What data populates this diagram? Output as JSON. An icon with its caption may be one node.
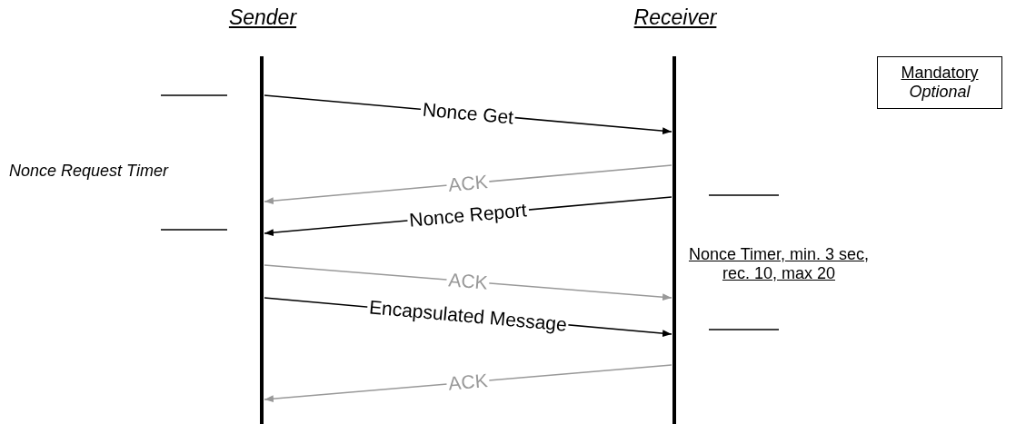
{
  "diagram": {
    "nodes": [
      {
        "text": [
          "Sender"
        ]
      },
      {
        "text": [
          "Receiver"
        ]
      },
      {
        "text": [
          "Mandatory",
          "Optional"
        ]
      }
    ],
    "edges": [
      {
        "from": 0,
        "to": 1,
        "arrow": "to",
        "label": "Nonce Get"
      },
      {
        "from": 1,
        "to": 0,
        "arrow": "to",
        "label": "ACK",
        "color": "#999999"
      },
      {
        "from": 1,
        "to": 0,
        "arrow": "to",
        "label": "Nonce Report"
      },
      {
        "from": 0,
        "to": 1,
        "arrow": "to",
        "label": "ACK",
        "color": "#999999"
      },
      {
        "from": 0,
        "to": 1,
        "arrow": "to",
        "label": "Encapsulated Message"
      },
      {
        "from": 1,
        "to": 0,
        "arrow": "to",
        "label": "ACK",
        "color": "#999999"
      }
    ],
    "labels": [
      "Nonce Request Timer",
      "Nonce Timer, min. 3 sec, rec. 10, max 20"
    ]
  }
}
